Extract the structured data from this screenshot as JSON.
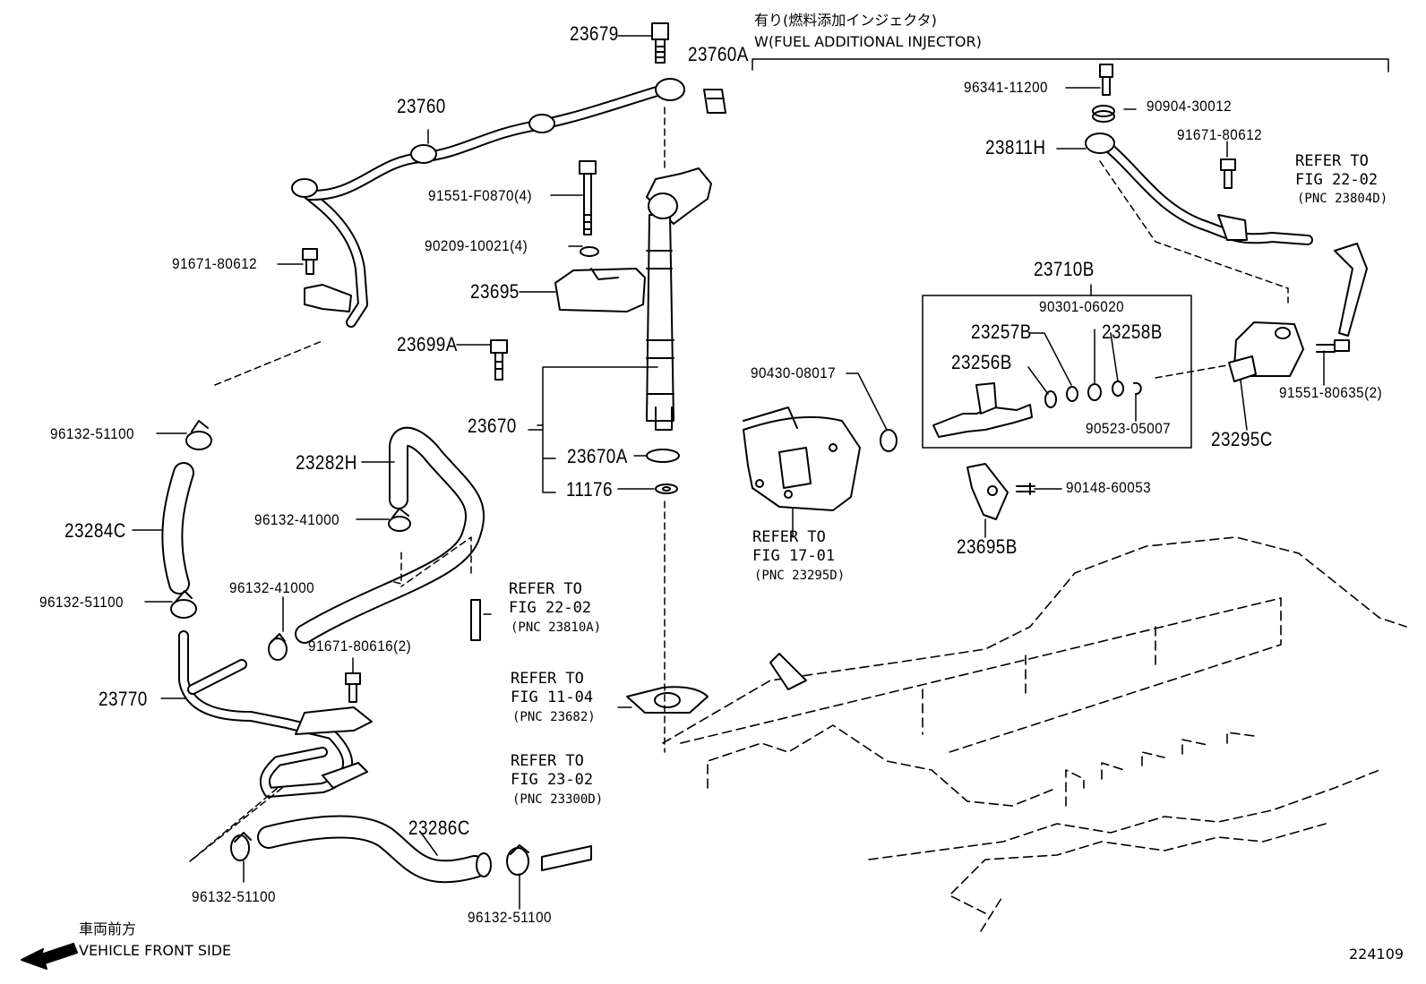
{
  "header": {
    "jp": "有り(燃料添加インジェクタ)",
    "en": "W(FUEL ADDITIONAL INJECTOR)"
  },
  "labels": {
    "p23679": "23679",
    "p23760A": "23760A",
    "p23760": "23760",
    "p91551F0870": "91551-F0870(4)",
    "p90209": "90209-10021(4)",
    "p91671_80612_left": "91671-80612",
    "p23695": "23695",
    "p23699A": "23699A",
    "p23670": "23670",
    "p23670A": "23670A",
    "p11176": "11176",
    "p96132_51100_a": "96132-51100",
    "p23282H": "23282H",
    "p23284C": "23284C",
    "p96132_41000_a": "96132-41000",
    "p96132_51100_b": "96132-51100",
    "p96132_41000_b": "96132-41000",
    "p91671_80616": "91671-80616(2)",
    "p23770": "23770",
    "p23286C": "23286C",
    "p96132_51100_c": "96132-51100",
    "p96132_51100_d": "96132-51100",
    "p96341": "96341-11200",
    "p90904": "90904-30012",
    "p91671_80612_right": "91671-80612",
    "p23811H": "23811H",
    "p23710B": "23710B",
    "p90301": "90301-06020",
    "p23257B": "23257B",
    "p23258B": "23258B",
    "p23256B": "23256B",
    "p90523": "90523-05007",
    "p23295C": "23295C",
    "p91551_80635": "91551-80635(2)",
    "p90430": "90430-08017",
    "p90148": "90148-60053",
    "p23695B": "23695B"
  },
  "refers": {
    "r1": {
      "l1": "REFER TO",
      "l2": "FIG 22-02",
      "l3": "(PNC 23810A)"
    },
    "r2": {
      "l1": "REFER TO",
      "l2": "FIG 11-04",
      "l3": "(PNC 23682)"
    },
    "r3": {
      "l1": "REFER TO",
      "l2": "FIG 23-02",
      "l3": "(PNC 23300D)"
    },
    "r4": {
      "l1": "REFER TO",
      "l2": "FIG 17-01",
      "l3": "(PNC 23295D)"
    },
    "r5": {
      "l1": "REFER TO",
      "l2": "FIG 22-02",
      "l3": "(PNC 23804D)"
    }
  },
  "footer": {
    "jp": "車両前方",
    "en": "VEHICLE FRONT SIDE",
    "figure_no": "224109"
  },
  "icons": [
    "front-arrow-icon"
  ]
}
